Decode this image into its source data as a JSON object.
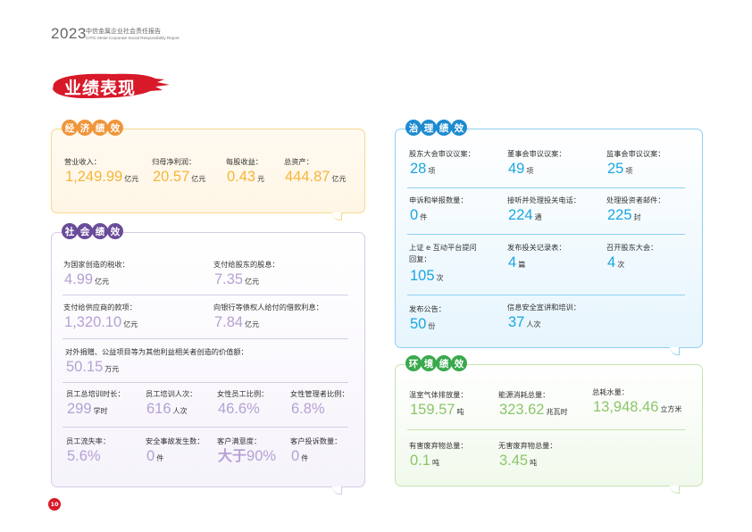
{
  "header": {
    "year": "2023",
    "report_title": "中信金属企业社会责任报告",
    "report_subtitle": "CITIC Metal Corporate Social Responsibility Report"
  },
  "page_title": "业绩表现",
  "page_number": "10",
  "colors": {
    "economic": "#f0953a",
    "social": "#6b4c9a",
    "governance": "#1e8bd0",
    "environment": "#3aa94d",
    "brand_red": "#d7192a"
  },
  "economic": {
    "title": [
      "经",
      "济",
      "绩",
      "效"
    ],
    "items": [
      {
        "label": "营业收入：",
        "value": "1,249.99",
        "unit": "亿元"
      },
      {
        "label": "归母净利润：",
        "value": "20.57",
        "unit": "亿元"
      },
      {
        "label": "每股收益：",
        "value": "0.43",
        "unit": "元"
      },
      {
        "label": "总资产：",
        "value": "444.87",
        "unit": "亿元"
      }
    ]
  },
  "social": {
    "title": [
      "社",
      "会",
      "绩",
      "效"
    ],
    "items": [
      {
        "label": "为国家创造的税收：",
        "value": "4.99",
        "unit": "亿元"
      },
      {
        "label": "支付给股东的股息：",
        "value": "7.35",
        "unit": "亿元"
      },
      {
        "label": "支付给供应商的款项：",
        "value": "1,320.10",
        "unit": "亿元"
      },
      {
        "label": "向银行等债权人给付的借款利息：",
        "value": "7.84",
        "unit": "亿元"
      },
      {
        "label": "对外捐赠、公益项目等为其他利益相关者创造的价值额：",
        "value": "50.15",
        "unit": "万元"
      },
      {
        "label": "员工总培训时长：",
        "value": "299",
        "unit": "学时"
      },
      {
        "label": "员工培训人次：",
        "value": "616",
        "unit": "人次"
      },
      {
        "label": "女性员工比例：",
        "value": "46.6%",
        "unit": ""
      },
      {
        "label": "女性管理者比例：",
        "value": "6.8%",
        "unit": ""
      },
      {
        "label": "员工流失率：",
        "value": "5.6%",
        "unit": ""
      },
      {
        "label": "安全事故发生数：",
        "value": "0",
        "unit": "件"
      },
      {
        "label": "客户满意度：",
        "prefix": "大于",
        "value": "90%",
        "unit": ""
      },
      {
        "label": "客户投诉数量：",
        "value": "0",
        "unit": "件"
      }
    ]
  },
  "governance": {
    "title": [
      "治",
      "理",
      "绩",
      "效"
    ],
    "items": [
      {
        "label": "股东大会审议议案：",
        "value": "28",
        "unit": "项"
      },
      {
        "label": "董事会审议议案：",
        "value": "49",
        "unit": "项"
      },
      {
        "label": "监事会审议议案：",
        "value": "25",
        "unit": "项"
      },
      {
        "label": "申诉和举报数量：",
        "value": "0",
        "unit": "件"
      },
      {
        "label": "接听并处理投关电话：",
        "value": "224",
        "unit": "通"
      },
      {
        "label": "处理投资者邮件：",
        "value": "225",
        "unit": "封"
      },
      {
        "label": "上证 e 互动平台提问",
        "label2": "回复：",
        "value": "105",
        "unit": "次"
      },
      {
        "label": "发布投关记录表：",
        "value": "4",
        "unit": "篇"
      },
      {
        "label": "召开股东大会：",
        "value": "4",
        "unit": "次"
      },
      {
        "label": "发布公告：",
        "value": "50",
        "unit": "份"
      },
      {
        "label": "信息安全宣讲和培训：",
        "value": "37",
        "unit": "人次"
      }
    ]
  },
  "environment": {
    "title": [
      "环",
      "境",
      "绩",
      "效"
    ],
    "items": [
      {
        "label": "温室气体排放量：",
        "value": "159.57",
        "unit": "吨"
      },
      {
        "label": "能源消耗总量：",
        "value": "323.62",
        "unit": "兆瓦时"
      },
      {
        "label": "总耗水量：",
        "value": "13,948.46",
        "unit": "立方米"
      },
      {
        "label": "有害废弃物总量：",
        "value": "0.1",
        "unit": "吨"
      },
      {
        "label": "无害废弃物总量：",
        "value": "3.45",
        "unit": "吨"
      }
    ]
  }
}
